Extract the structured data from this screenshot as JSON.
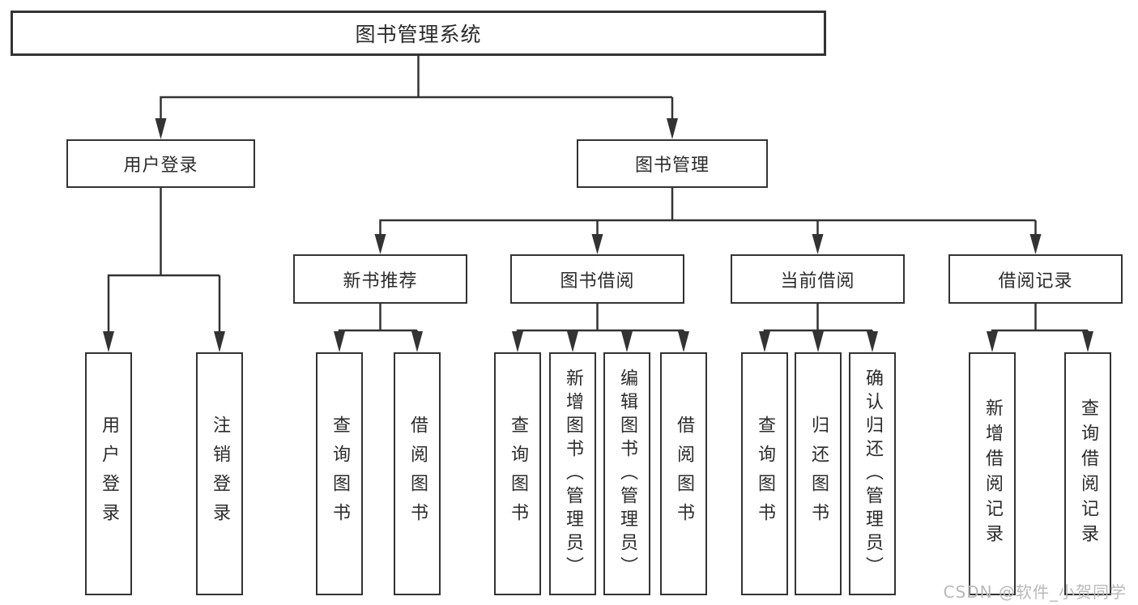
{
  "watermark": "CSDN @软件_小贺同学",
  "tree": {
    "root": "图书管理系统",
    "user_login": {
      "label": "用户登录",
      "children": [
        "用户登录",
        "注销登录"
      ]
    },
    "book_mgmt": {
      "label": "图书管理",
      "sections": {
        "new_book_rec": {
          "label": "新书推荐",
          "children": [
            "查询图书",
            "借阅图书"
          ]
        },
        "book_borrow": {
          "label": "图书借阅",
          "children": [
            "查询图书",
            "新增图书（管理员）",
            "编辑图书（管理员）",
            "借阅图书"
          ]
        },
        "current_borrow": {
          "label": "当前借阅",
          "children": [
            "查询图书",
            "归还图书",
            "确认归还（管理员）"
          ]
        },
        "borrow_records": {
          "label": "借阅记录",
          "children": [
            "新增借阅记录",
            "查询借阅记录"
          ]
        }
      }
    }
  }
}
